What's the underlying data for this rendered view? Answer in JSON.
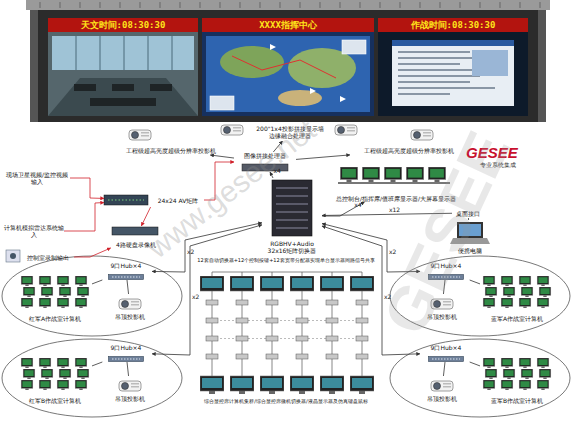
{
  "diagram": {
    "nodes": [
      {
        "text": [
          "天文时间:08:30:30"
        ]
      },
      {
        "text": [
          "XXXX指挥中心"
        ]
      },
      {
        "text": [
          "作战时间:08:30:30"
        ]
      },
      {
        "text": [
          "工程级超高亮度超级分辨率投影机"
        ]
      },
      {
        "text": [
          "200\"1x4投影拼接显示墙",
          "边缘融合处理器"
        ]
      },
      {
        "text": [
          "工程级超高亮度超级分辨率投影机"
        ]
      },
      {
        "text": [
          "图像拼接处理器"
        ]
      },
      {
        "text": [
          "现场卫星视频/监控视频输入"
        ]
      },
      {
        "text": [
          "24x24 AV矩阵"
        ]
      },
      {
        "text": [
          "计算机模拟雷达系统输入"
        ]
      },
      {
        "text": [
          "控制室录制输出"
        ]
      },
      {
        "text": [
          "4路硬盘录像机"
        ]
      },
      {
        "text": [
          "RGBHV+Audio 32x16矩阵切换器"
        ]
      },
      {
        "text": [
          "总控制台/指挥席/值班席显示器/大屏幕显示器"
        ]
      },
      {
        "text": [
          "桌面接口"
        ]
      },
      {
        "text": [
          "便携电脑"
        ]
      },
      {
        "text": [
          "9口Hub×4"
        ]
      },
      {
        "text": [
          "红军A作战室计算机"
        ]
      },
      {
        "text": [
          "吊顶投影机"
        ]
      },
      {
        "text": [
          "9口Hub×4"
        ]
      },
      {
        "text": [
          "蓝军A作战室计算机"
        ]
      },
      {
        "text": [
          "吊顶投影机"
        ]
      },
      {
        "text": [
          "9口Hub×4"
        ]
      },
      {
        "text": [
          "红军B作战室计算机"
        ]
      },
      {
        "text": [
          "吊顶投影机"
        ]
      },
      {
        "text": [
          "9口Hub×4"
        ]
      },
      {
        "text": [
          "蓝军B作战室计算机"
        ]
      },
      {
        "text": [
          "吊顶投影机"
        ]
      }
    ],
    "edges": [
      {
        "from": 7,
        "to": 8,
        "arrow": "to"
      },
      {
        "from": 9,
        "to": 8,
        "arrow": "to"
      },
      {
        "from": 8,
        "to": 11,
        "arrow": "to"
      },
      {
        "from": 10,
        "to": 11,
        "arrow": "to"
      },
      {
        "from": 8,
        "to": 6,
        "arrow": "to"
      },
      {
        "from": 6,
        "to": 3,
        "arrow": "to"
      },
      {
        "from": 6,
        "to": 4,
        "arrow": "to"
      },
      {
        "from": 6,
        "to": 5,
        "arrow": "to"
      },
      {
        "from": 12,
        "to": 6,
        "arrow": "to",
        "label": "x4"
      },
      {
        "from": 12,
        "to": 13,
        "arrow": "to",
        "label": "x4"
      },
      {
        "from": 14,
        "to": 12,
        "arrow": "to",
        "label": "x12"
      },
      {
        "from": 15,
        "to": 14,
        "arrow": "none"
      },
      {
        "from": 16,
        "to": 12,
        "arrow": "both",
        "label": "x2"
      },
      {
        "from": 19,
        "to": 12,
        "arrow": "both",
        "label": "x2"
      },
      {
        "from": 22,
        "to": 12,
        "arrow": "both",
        "label": "x2"
      },
      {
        "from": 25,
        "to": 12,
        "arrow": "both",
        "label": "x2"
      },
      {
        "from": 16,
        "to": 17,
        "arrow": "none"
      },
      {
        "from": 16,
        "to": 18,
        "arrow": "none"
      },
      {
        "from": 19,
        "to": 20,
        "arrow": "none"
      },
      {
        "from": 19,
        "to": 21,
        "arrow": "none"
      },
      {
        "from": 22,
        "to": 23,
        "arrow": "none"
      },
      {
        "from": 22,
        "to": 24,
        "arrow": "none"
      },
      {
        "from": 25,
        "to": 26,
        "arrow": "none"
      },
      {
        "from": 25,
        "to": 27,
        "arrow": "none"
      }
    ],
    "labels": [
      "GESEE",
      "专业系统集成",
      "12套自动切换器+12个控制按键+12套宽带分配器实现单台显示器同路信号共享",
      "综合显控席计算机集群/综合显控席微机切换器/液晶显示器及仿真键盘鼠标",
      "www.gesee.net",
      "GESEE"
    ]
  }
}
